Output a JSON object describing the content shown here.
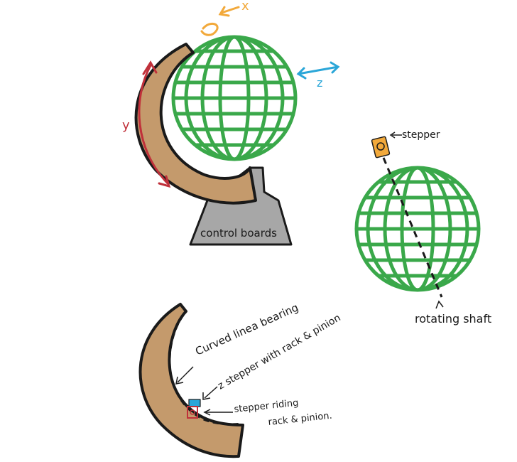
{
  "labels": {
    "x_axis": "x",
    "y_axis": "y",
    "z_axis": "z",
    "base": "control boards",
    "stepper": "stepper",
    "rotating_shaft": "rotating shaft",
    "curved_bearing": "Curved linea bearing",
    "z_stepper": "z stepper with rack & pinion",
    "stepper_riding_1": "stepper riding",
    "stepper_riding_2": "rack & pinion."
  },
  "colors": {
    "globe_green": "#3aa84a",
    "arm_brown": "#c49a6c",
    "base_gray": "#a7a7a7",
    "x_arrow": "#f2a93b",
    "y_arrow": "#c0303a",
    "z_arrow": "#2aa6d8",
    "ink": "#1a1a1a"
  }
}
